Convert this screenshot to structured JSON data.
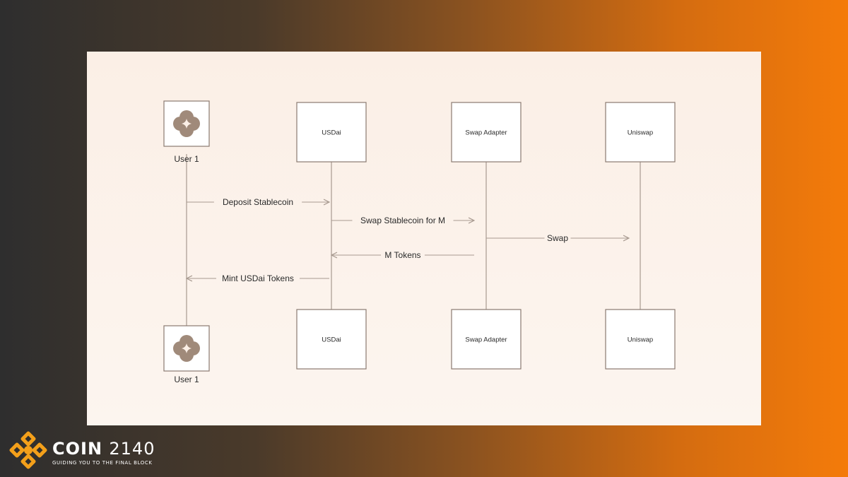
{
  "diagram": {
    "participants": [
      {
        "id": "user1",
        "label": "User 1",
        "kind": "user"
      },
      {
        "id": "usdai",
        "label": "USDai",
        "kind": "box"
      },
      {
        "id": "swap_adapter",
        "label": "Swap Adapter",
        "kind": "box"
      },
      {
        "id": "uniswap",
        "label": "Uniswap",
        "kind": "box"
      }
    ],
    "messages": [
      {
        "from": "user1",
        "to": "usdai",
        "label": "Deposit Stablecoin"
      },
      {
        "from": "usdai",
        "to": "swap_adapter",
        "label": "Swap Stablecoin for M"
      },
      {
        "from": "swap_adapter",
        "to": "uniswap",
        "label": "Swap"
      },
      {
        "from": "swap_adapter",
        "to": "usdai",
        "label": "M Tokens"
      },
      {
        "from": "usdai",
        "to": "user1",
        "label": "Mint USDai Tokens"
      }
    ],
    "colors": {
      "line": "#a89a90",
      "box_border": "#8a7a70",
      "icon": "#a08a7a",
      "panel": "#fbefe6"
    }
  },
  "brand": {
    "word": "COIN",
    "number": "2140",
    "tagline": "GUIDING YOU TO THE FINAL BLOCK",
    "logo_color": "#f4a01a"
  }
}
